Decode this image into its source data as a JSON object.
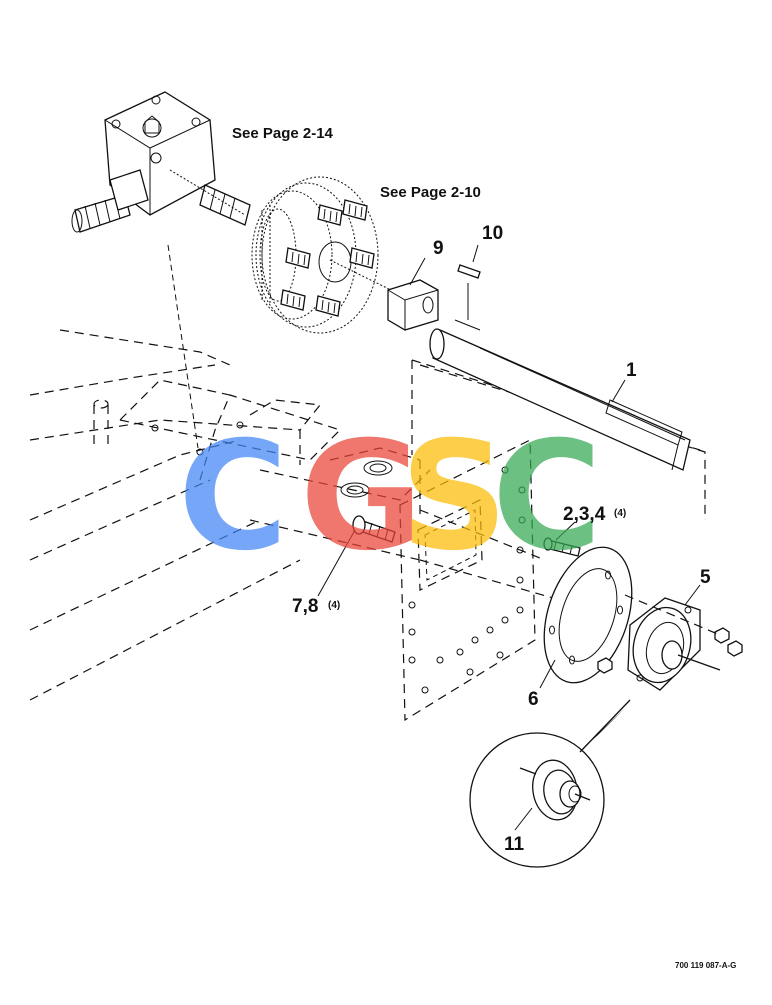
{
  "references": {
    "gearbox": "See Page 2-14",
    "sheave": "See Page 2-10"
  },
  "callouts": {
    "c1": "1",
    "c234": "2,3,4",
    "c234_qty": "(4)",
    "c5": "5",
    "c6": "6",
    "c78": "7,8",
    "c78_qty": "(4)",
    "c9": "9",
    "c10": "10",
    "c11": "11"
  },
  "drawing_number": "700 119 087-A-G",
  "watermark": {
    "letters": [
      "C",
      "G",
      "S",
      "C"
    ],
    "colors": [
      "#4285F4",
      "#EA4335",
      "#FBBC05",
      "#34A853"
    ]
  }
}
